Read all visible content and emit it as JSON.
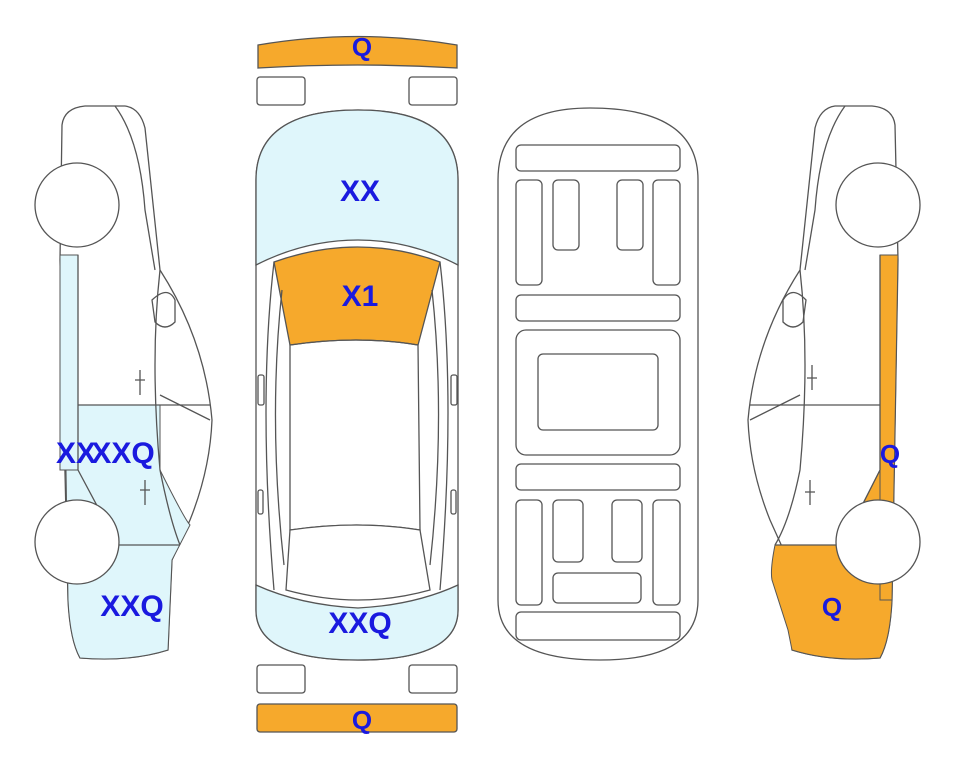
{
  "colors": {
    "damage_orange": "#F6A92C",
    "damage_lightblue": "#DFF6FB",
    "outline": "#555555",
    "label": "#1A1ADF"
  },
  "labels": {
    "front_bumper": "Q",
    "hood": "XX",
    "windshield": "X1",
    "rear_window": "XXQ",
    "rear_bumper": "Q",
    "left_rocker_a": "XX",
    "left_rocker_b": "XXQ",
    "left_rear_quarter": "XXQ",
    "right_rocker": "Q",
    "right_rear_quarter": "Q"
  }
}
